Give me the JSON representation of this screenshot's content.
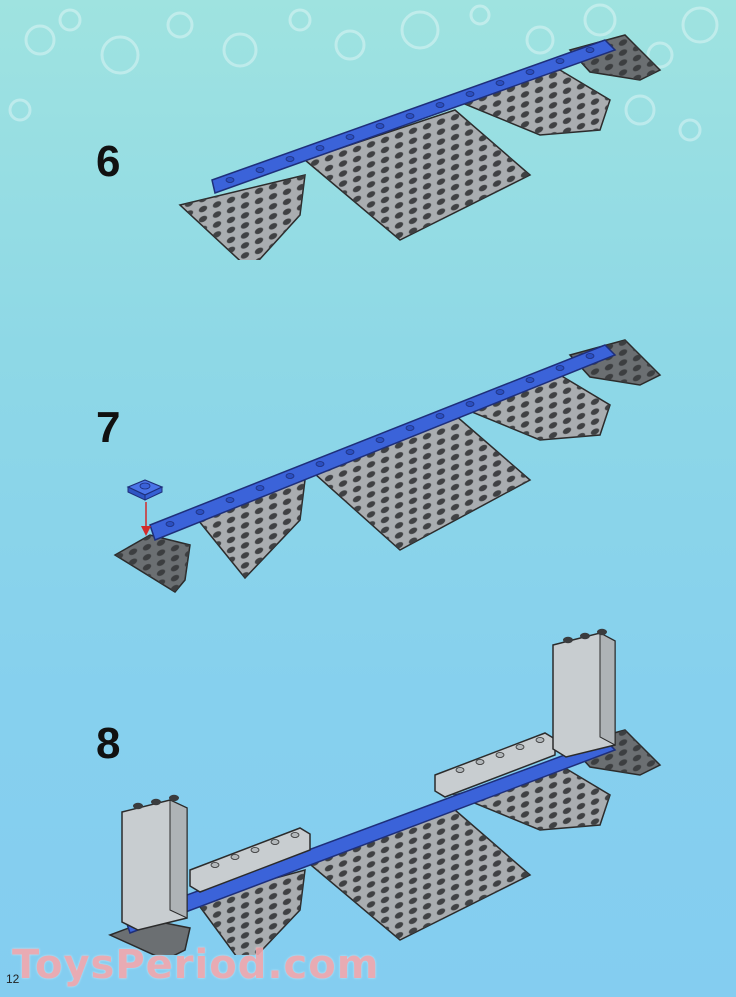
{
  "steps": [
    {
      "number": "6"
    },
    {
      "number": "7"
    },
    {
      "number": "8"
    }
  ],
  "page_number": "12",
  "watermark": "ToysPeriod.com",
  "colors": {
    "background": "#8ed8e6",
    "plate_gray": "#a9adb0",
    "plate_dark": "#6b6f72",
    "brick_blue": "#3b63d9",
    "brick_light_gray": "#c8cdd0",
    "arrow_red": "#d22b2b"
  },
  "icons": {
    "step7_arrow": "down-arrow-icon"
  }
}
